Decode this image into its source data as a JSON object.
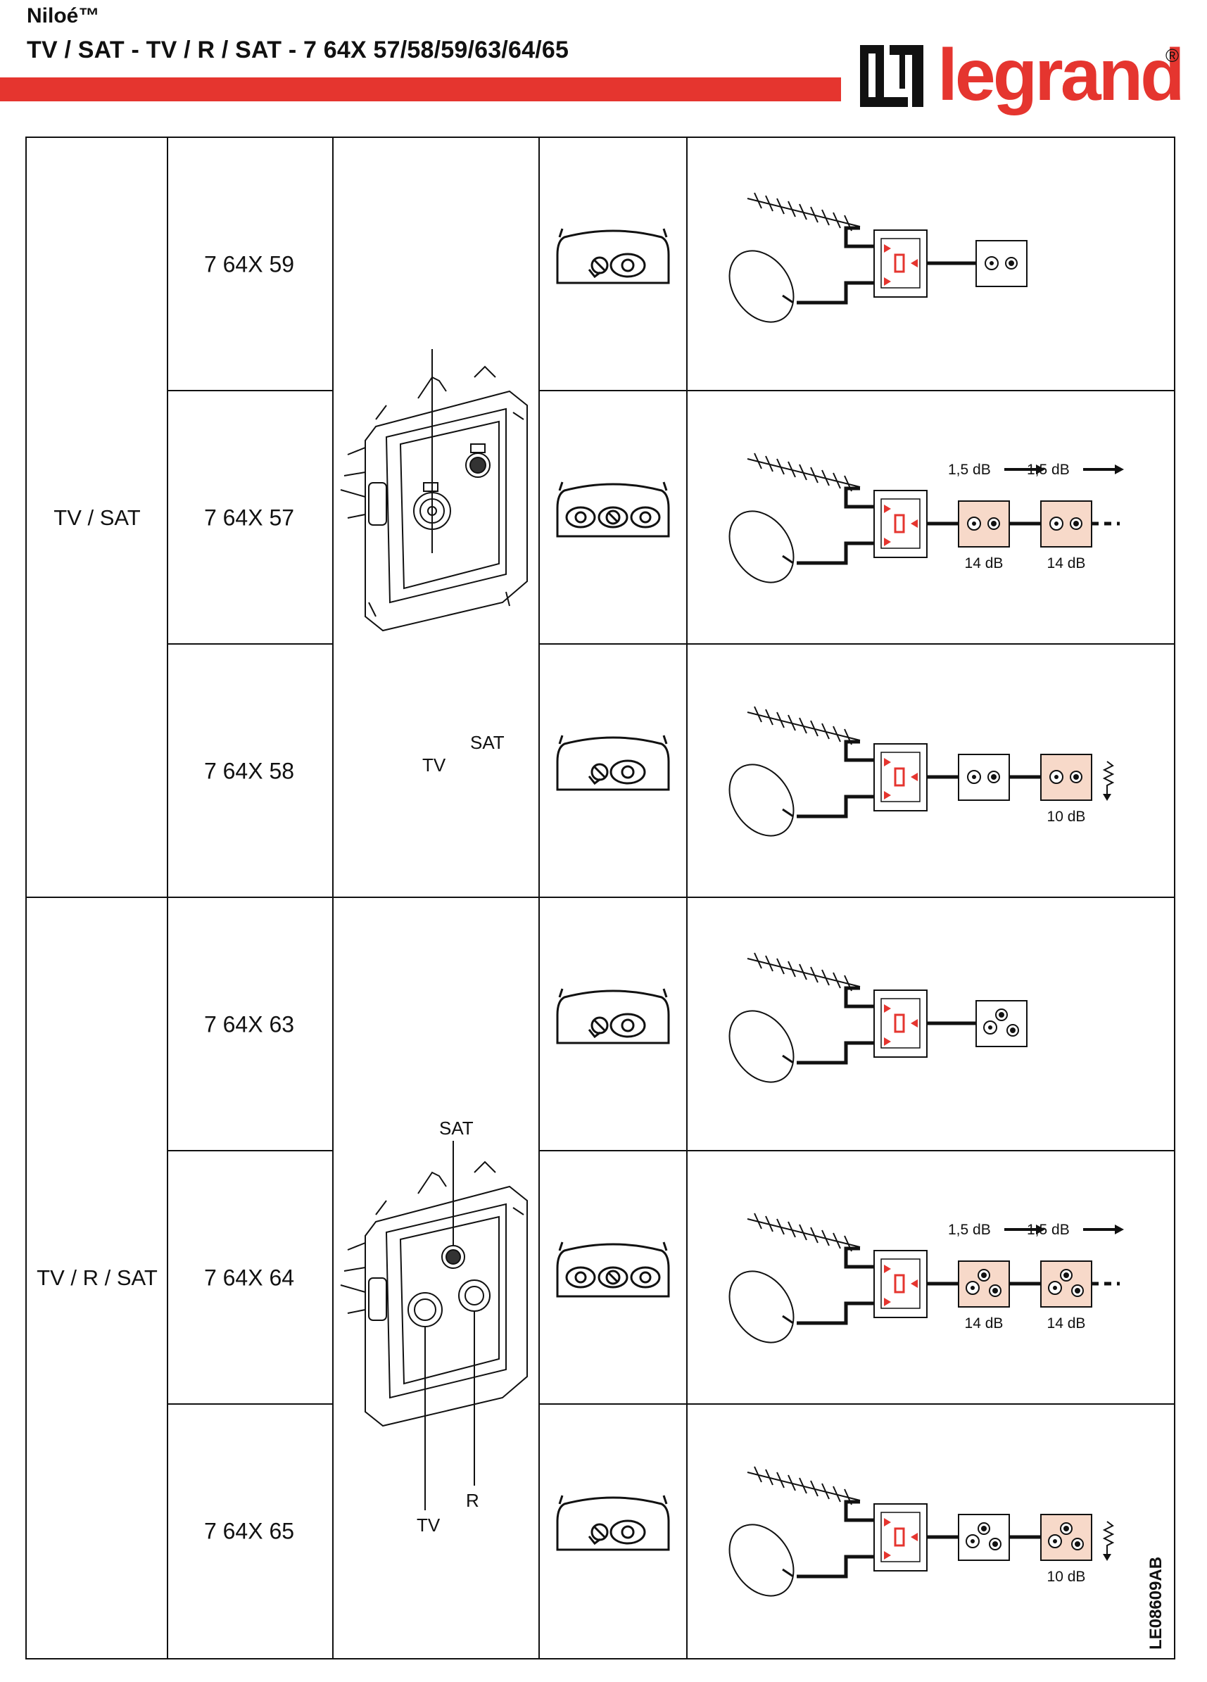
{
  "header": {
    "product_name": "Niloé™",
    "title": "TV / SAT - TV / R / SAT - 7 64X 57/58/59/63/64/65",
    "brand": "legrand",
    "brand_mark": "®",
    "accent_color": "#e5352f"
  },
  "groups": [
    {
      "label": "TV / SAT",
      "socket_labels": [
        "SAT",
        "TV"
      ]
    },
    {
      "label": "TV / R / SAT",
      "socket_labels": [
        "SAT",
        "R",
        "TV"
      ]
    }
  ],
  "rows": [
    {
      "code": "7 64X 59",
      "plate": "single-fixing-icon",
      "outlets": 1,
      "outlet_style": "simple",
      "sockets_per_outlet": 2,
      "chain": [],
      "end": ""
    },
    {
      "code": "7 64X 57",
      "plate": "double-fixing-icon",
      "outlets": 2,
      "outlet_style": "through",
      "sockets_per_outlet": 2,
      "through_loss": "1,5 dB",
      "tap_loss": "14 dB",
      "end": "dashed"
    },
    {
      "code": "7 64X 58",
      "plate": "single-fixing-icon",
      "outlets": 2,
      "outlet_style": "terminal",
      "sockets_per_outlet": 2,
      "tap_loss": "10 dB",
      "end": "resistor"
    },
    {
      "code": "7 64X 63",
      "plate": "single-fixing-icon",
      "outlets": 1,
      "outlet_style": "simple",
      "sockets_per_outlet": 3,
      "end": ""
    },
    {
      "code": "7 64X 64",
      "plate": "double-fixing-icon",
      "outlets": 2,
      "outlet_style": "through",
      "sockets_per_outlet": 3,
      "through_loss": "1,5 dB",
      "tap_loss": "14 dB",
      "end": "dashed"
    },
    {
      "code": "7 64X 65",
      "plate": "single-fixing-icon",
      "outlets": 2,
      "outlet_style": "terminal",
      "sockets_per_outlet": 3,
      "tap_loss": "10 dB",
      "end": "resistor"
    }
  ],
  "document_ref": "LE08609AB"
}
